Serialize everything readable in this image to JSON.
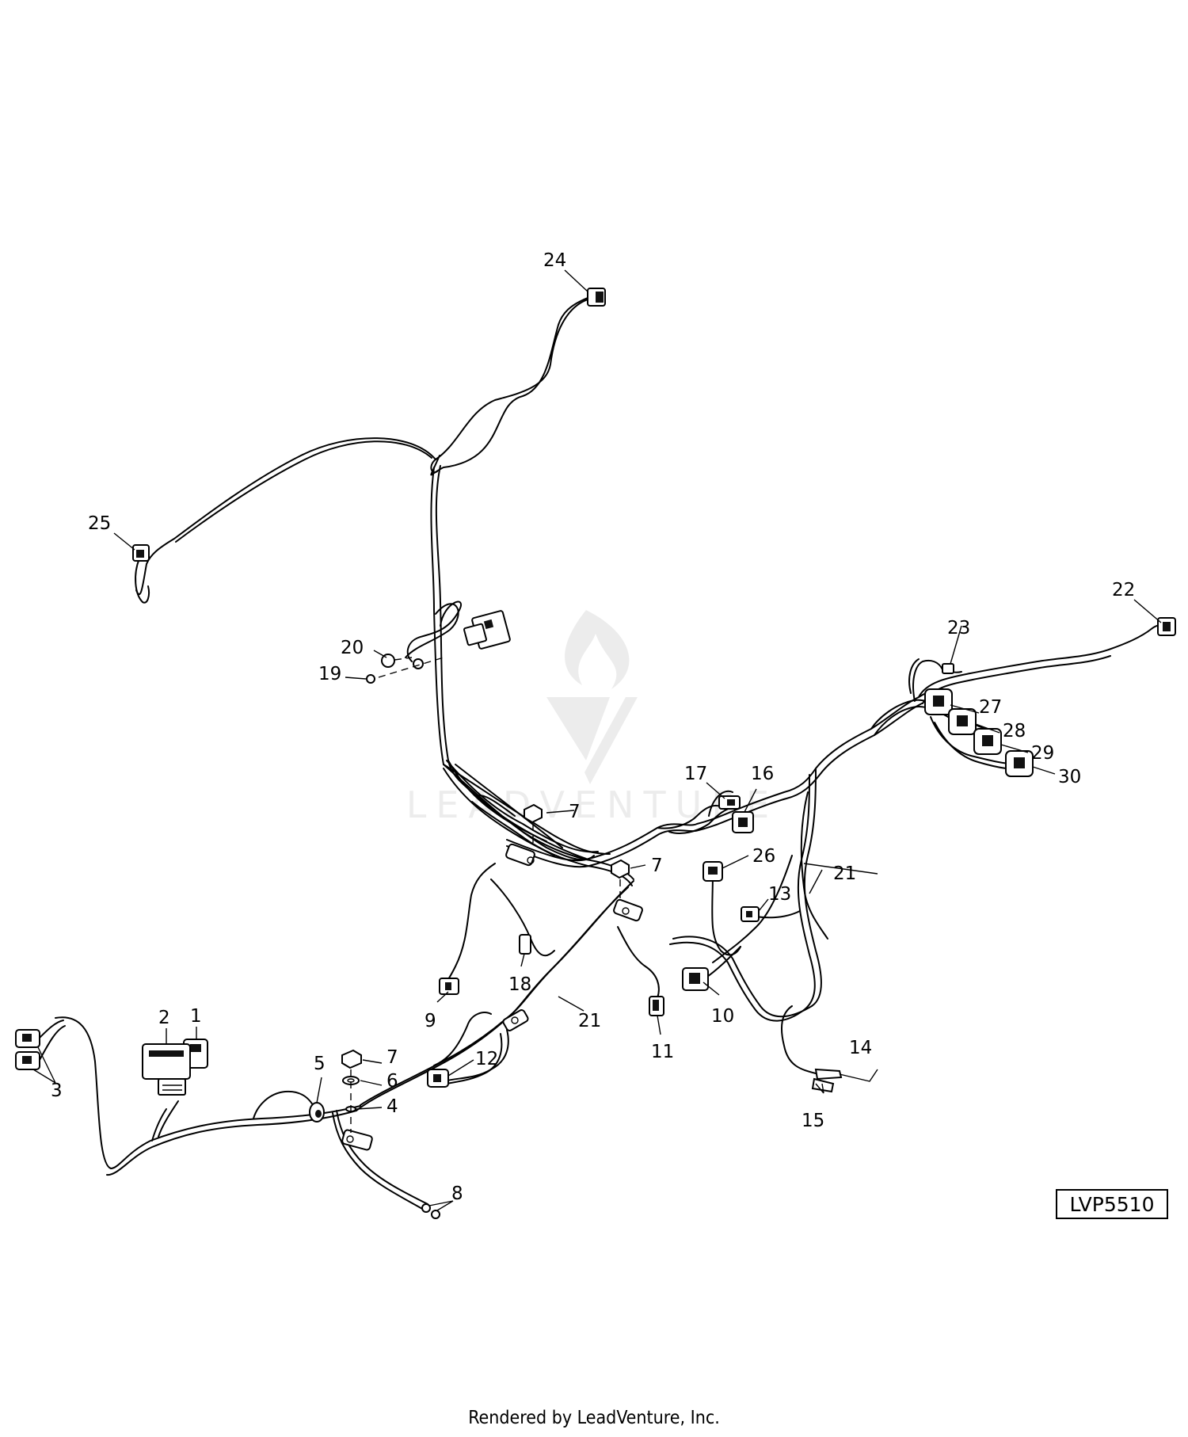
{
  "diagram": {
    "drawing_code": "LVP5510",
    "footer_text": "Rendered by LeadVenture, Inc.",
    "watermark_text": "LEADVENTURE",
    "callouts": {
      "c1": "1",
      "c2": "2",
      "c3": "3",
      "c4": "4",
      "c5": "5",
      "c6": "6",
      "c7a": "7",
      "c7b": "7",
      "c7c": "7",
      "c8": "8",
      "c9": "9",
      "c10": "10",
      "c11": "11",
      "c12": "12",
      "c13": "13",
      "c14": "14",
      "c15": "15",
      "c16": "16",
      "c17": "17",
      "c18": "18",
      "c19": "19",
      "c20": "20",
      "c21a": "21",
      "c21b": "21",
      "c22": "22",
      "c23": "23",
      "c24": "24",
      "c25": "25",
      "c26": "26",
      "c27": "27",
      "c28": "28",
      "c29": "29",
      "c30": "30"
    }
  }
}
